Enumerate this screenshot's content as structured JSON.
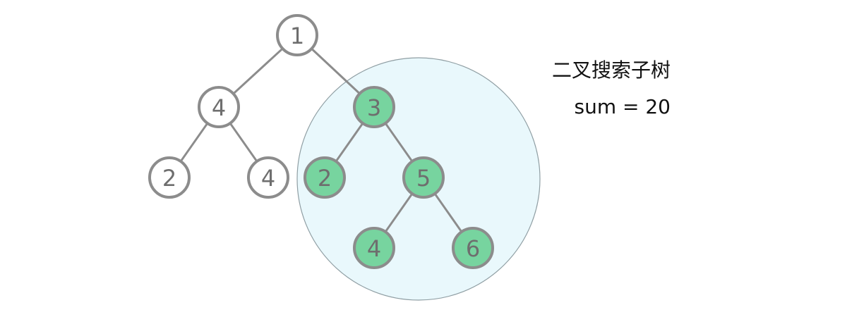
{
  "colors": {
    "background": "#ffffff",
    "node_fill_default": "#ffffff",
    "node_fill_highlight": "#77d49f",
    "node_stroke": "#8c8c8c",
    "edge": "#8c8c8c",
    "label_text": "#6e6e6e",
    "highlight_region": "#e9f8fc"
  },
  "annotation": {
    "title": "二叉搜索子树",
    "sum": "sum = 20"
  },
  "tree": {
    "nodes": [
      {
        "id": "n1",
        "value": "1",
        "highlighted": false
      },
      {
        "id": "n2",
        "value": "4",
        "highlighted": false
      },
      {
        "id": "n3",
        "value": "3",
        "highlighted": true
      },
      {
        "id": "n4",
        "value": "2",
        "highlighted": false
      },
      {
        "id": "n5",
        "value": "4",
        "highlighted": false
      },
      {
        "id": "n6",
        "value": "2",
        "highlighted": true
      },
      {
        "id": "n7",
        "value": "5",
        "highlighted": true
      },
      {
        "id": "n8",
        "value": "4",
        "highlighted": true
      },
      {
        "id": "n9",
        "value": "6",
        "highlighted": true
      }
    ],
    "edges": [
      {
        "from": "n1",
        "to": "n2"
      },
      {
        "from": "n1",
        "to": "n3"
      },
      {
        "from": "n2",
        "to": "n4"
      },
      {
        "from": "n2",
        "to": "n5"
      },
      {
        "from": "n3",
        "to": "n6"
      },
      {
        "from": "n3",
        "to": "n7"
      },
      {
        "from": "n7",
        "to": "n8"
      },
      {
        "from": "n7",
        "to": "n9"
      }
    ]
  }
}
